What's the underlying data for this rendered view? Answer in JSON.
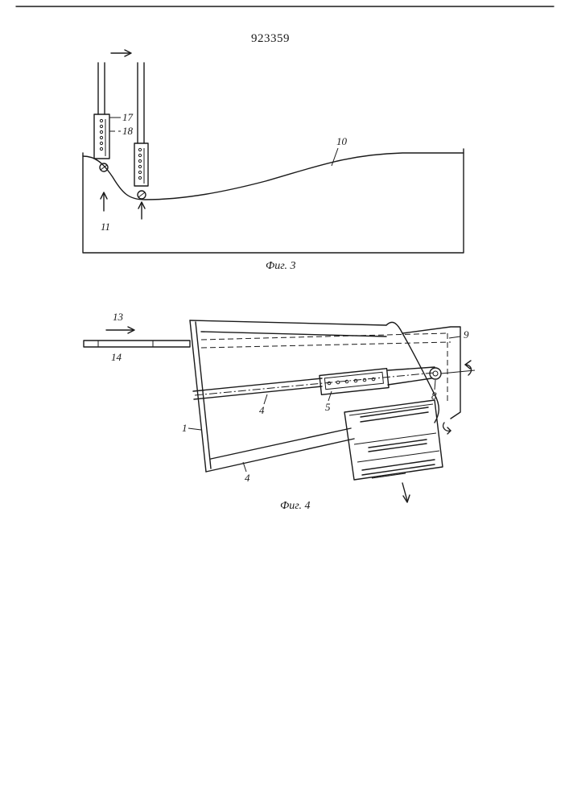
{
  "document": {
    "patent_number": "923359"
  },
  "figure3": {
    "caption": "Фиг. 3",
    "labels": {
      "l17": "17",
      "l18": "18",
      "l10": "10",
      "l11": "11"
    }
  },
  "figure4": {
    "caption": "Фиг. 4",
    "labels": {
      "l13": "13",
      "l14": "14",
      "l9": "9",
      "l8": "8",
      "l5": "5",
      "l4a": "4",
      "l4b": "4",
      "l1": "1"
    }
  }
}
